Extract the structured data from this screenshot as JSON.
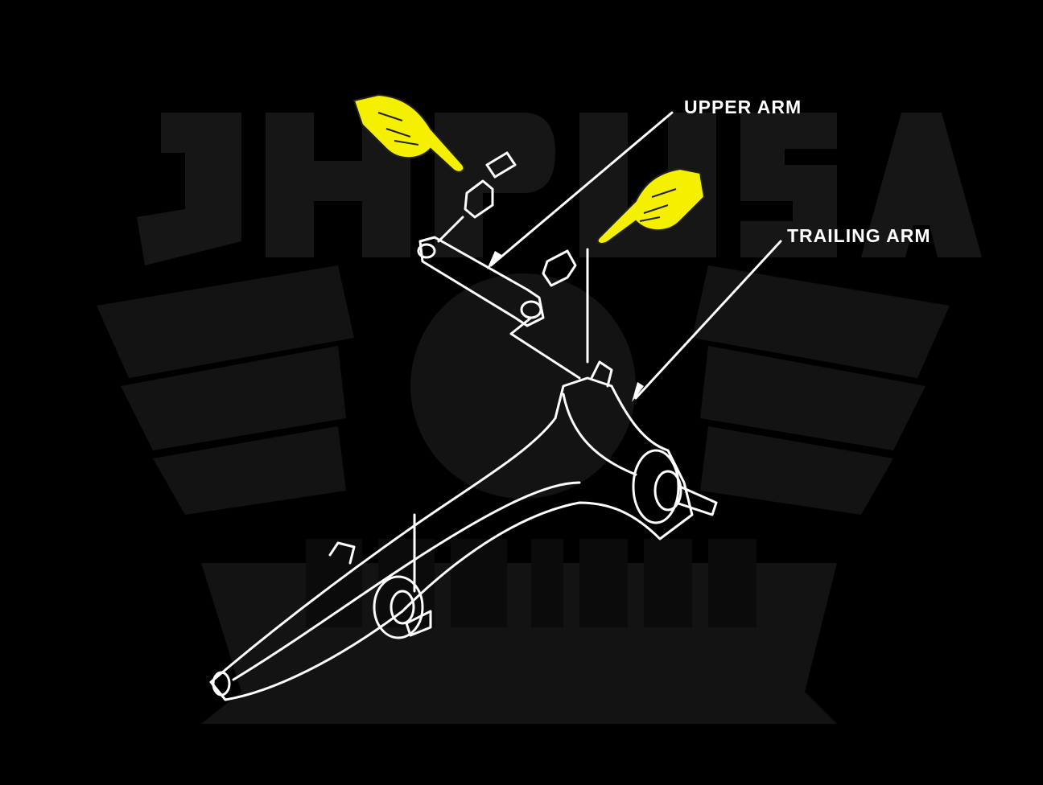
{
  "watermark": {
    "brand": "JHPUSA",
    "established": "EST 1999"
  },
  "labels": {
    "upper_arm": "UPPER ARM",
    "trailing_arm": "TRAILING ARM"
  },
  "colors": {
    "background": "#000000",
    "line": "#ffffff",
    "highlight": "#f5f000",
    "watermark": "#141414"
  },
  "icons": [
    "pointing-hand-icon",
    "pointing-hand-icon"
  ]
}
